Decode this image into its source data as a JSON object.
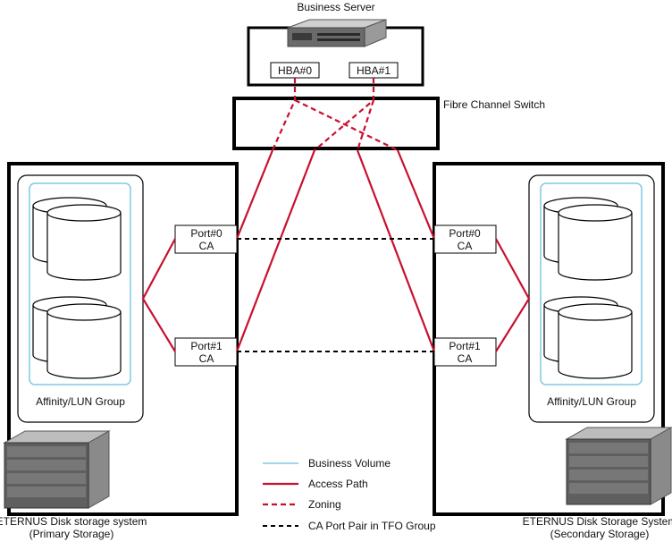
{
  "server": {
    "title": "Business Server",
    "hba": [
      "HBA#0",
      "HBA#1"
    ]
  },
  "switch": {
    "title": "Fibre Channel Switch"
  },
  "primary": {
    "ports": [
      {
        "line1": "Port#0",
        "line2": "CA"
      },
      {
        "line1": "Port#1",
        "line2": "CA"
      }
    ],
    "group_label": "Affinity/LUN Group",
    "caption_line1": "ETERNUS Disk storage system",
    "caption_line2": "(Primary Storage)"
  },
  "secondary": {
    "ports": [
      {
        "line1": "Port#0",
        "line2": "CA"
      },
      {
        "line1": "Port#1",
        "line2": "CA"
      }
    ],
    "group_label": "Affinity/LUN Group",
    "caption_line1": "ETERNUS Disk Storage System",
    "caption_line2": "(Secondary Storage)"
  },
  "legend": [
    {
      "key": "business-volume",
      "label": "Business Volume",
      "color": "#7ec8e3",
      "style": "solid"
    },
    {
      "key": "access-path",
      "label": "Access Path",
      "color": "#c8102e",
      "style": "solid"
    },
    {
      "key": "zoning",
      "label": "Zoning",
      "color": "#c8102e",
      "style": "dashed"
    },
    {
      "key": "ca-port-pair",
      "label": "CA Port Pair in TFO Group",
      "color": "#000000",
      "style": "dashed"
    }
  ],
  "colors": {
    "access": "#c8102e",
    "volume_border": "#7ec8e3",
    "pair": "#000000"
  }
}
